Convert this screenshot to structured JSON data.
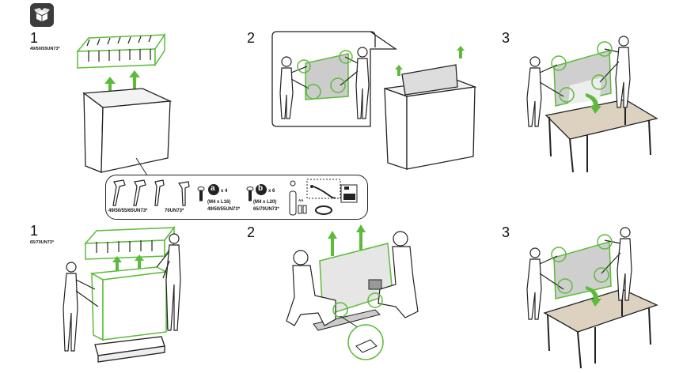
{
  "header": {
    "icon": "box-unpack-icon"
  },
  "steps": {
    "s1_top": {
      "number": "1",
      "model": "49/50/55UN73*"
    },
    "s2_top": {
      "number": "2"
    },
    "s3_top": {
      "number": "3"
    },
    "s1_bottom": {
      "number": "1",
      "model": "65/70UN73*"
    },
    "s2_bottom": {
      "number": "2"
    },
    "s3_bottom": {
      "number": "3"
    }
  },
  "accessories": {
    "stand_models_a": "49/50/55/65UN73*",
    "stand_models_b": "70UN73*",
    "screw_a": {
      "letter": "a",
      "qty": "x 4",
      "spec": "(M4 x L16)",
      "models": "49/50/55UN73*"
    },
    "screw_b": {
      "letter": "b",
      "qty": "x 6",
      "spec": "(M4 x L20)",
      "models": "65/70UN73*"
    },
    "battery_label": "AA"
  },
  "colors": {
    "accent": "#5dbb3a",
    "line": "#222222",
    "table": "#ddd2c0",
    "icon_bg": "#3c3c3c"
  }
}
